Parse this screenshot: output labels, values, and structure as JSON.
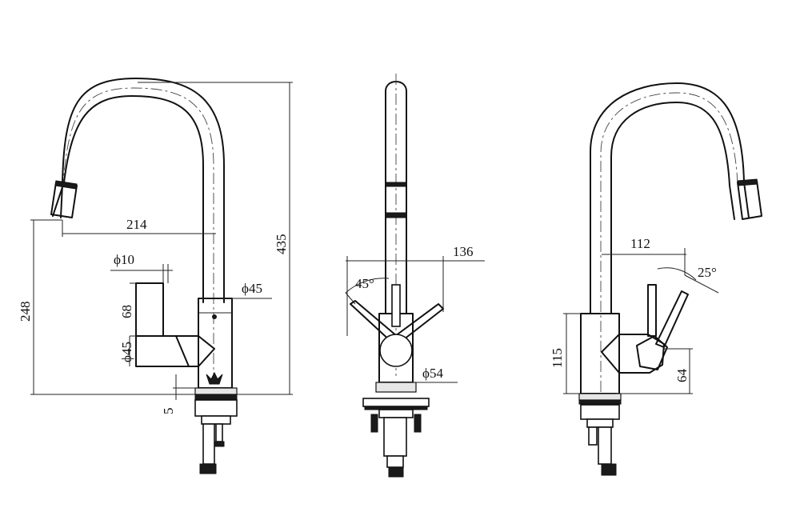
{
  "dimensions": {
    "reach_side": "214",
    "height_total": "435",
    "hose_outlet_height": "248",
    "handle_dia": "ϕ10",
    "handle_len": "68",
    "body_dia_side": "ϕ45",
    "body_dia_top": "ϕ45",
    "gap": "5",
    "handle_reach": "136",
    "angle_front": "45°",
    "base_dia": "ϕ54",
    "reach_back": "112",
    "angle_back": "25°",
    "body_height": "115",
    "handle_height": "64"
  },
  "colors": {
    "line": "#111111",
    "background": "#ffffff"
  }
}
